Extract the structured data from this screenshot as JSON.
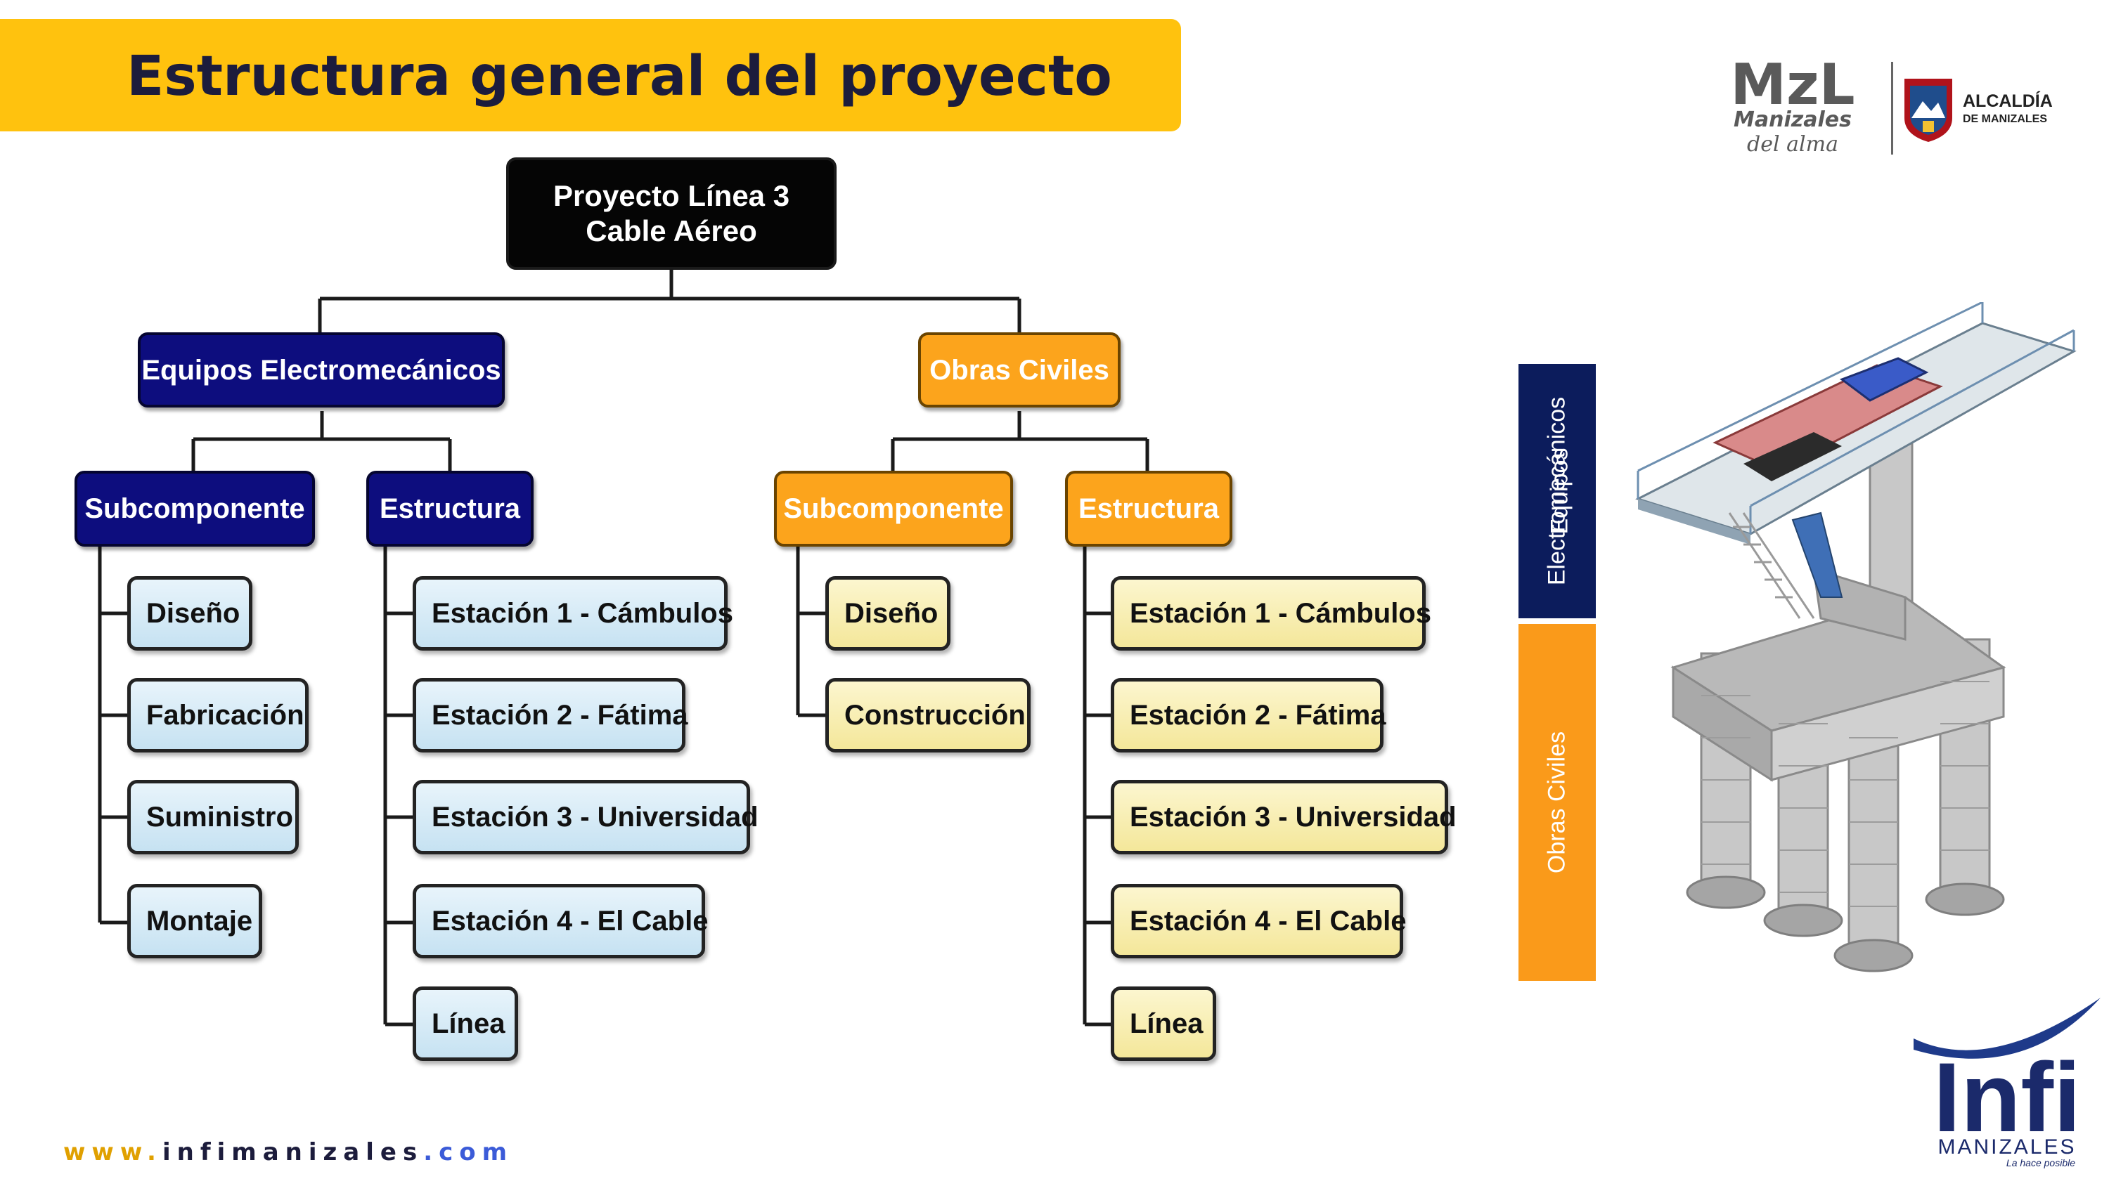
{
  "header": {
    "title": "Estructura general del proyecto"
  },
  "logos": {
    "mzl": {
      "mark": "MzL",
      "line1": "Manizales",
      "line2": "del alma"
    },
    "alcaldia": {
      "line1": "ALCALDÍA",
      "line2": "DE MANIZALES"
    },
    "infi": {
      "mark": "Infi",
      "line1": "MANIZALES",
      "line2": "La hace posible"
    }
  },
  "tree": {
    "root": "Proyecto Línea 3 Cable Aéreo",
    "left": {
      "label": "Equipos Electromecánicos",
      "sub": {
        "label": "Subcomponente",
        "items": [
          "Diseño",
          "Fabricación",
          "Suministro",
          "Montaje"
        ]
      },
      "est": {
        "label": "Estructura",
        "items": [
          "Estación 1 - Cámbulos",
          "Estación 2 - Fátima",
          "Estación 3 - Universidad",
          "Estación 4 - El Cable",
          "Línea"
        ]
      }
    },
    "right": {
      "label": "Obras Civiles",
      "sub": {
        "label": "Subcomponente",
        "items": [
          "Diseño",
          "Construcción"
        ]
      },
      "est": {
        "label": "Estructura",
        "items": [
          "Estación 1 - Cámbulos",
          "Estación 2 - Fátima",
          "Estación 3 - Universidad",
          "Estación 4 - El Cable",
          "Línea"
        ]
      }
    }
  },
  "side_labels": {
    "top_a": "Equipos",
    "top_b": "Electromecánicos",
    "bottom": "Obras Civiles"
  },
  "footer": {
    "web_prefix": "www.",
    "web_name": "infimanizales",
    "web_suffix": ".com"
  },
  "colors": {
    "banner": "#ffc20e",
    "navy": "#0d0d7e",
    "orange": "#fca41c",
    "light_blue": "#d2e9f6",
    "light_yellow": "#f8eeb4",
    "root": "#050505"
  }
}
